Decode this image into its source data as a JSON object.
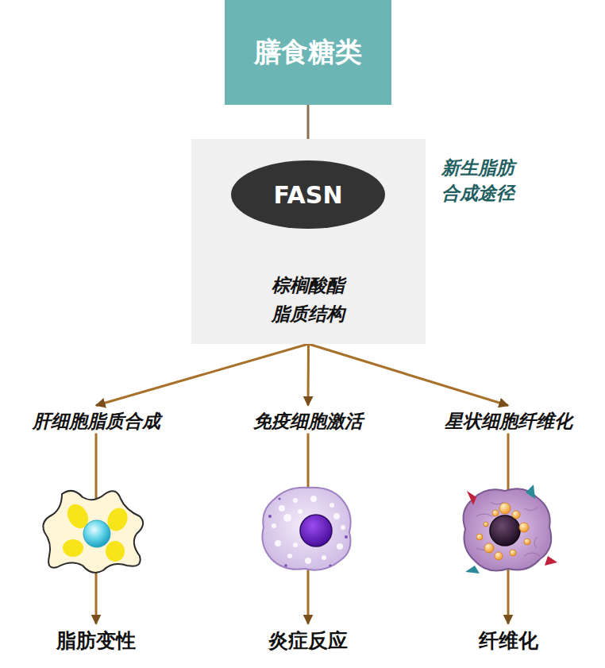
{
  "diagram": {
    "nodes": [
      {
        "text": [
          "膳食糖类"
        ]
      },
      {
        "text": [
          "新生脂肪 合成途径"
        ]
      },
      {
        "text": [
          "FASN"
        ],
        "in": 1
      },
      {
        "text": [
          "棕榈酸酯 脂质结构"
        ],
        "in": 1
      },
      {
        "text": [
          "肝细胞脂质合成"
        ]
      },
      {
        "text": [
          "免疫细胞激活"
        ]
      },
      {
        "text": [
          "星状细胞纤维化"
        ]
      },
      {
        "text": [
          "脂肪变性"
        ]
      },
      {
        "text": [
          "炎症反应"
        ]
      },
      {
        "text": [
          "纤维化"
        ]
      }
    ],
    "edges": [
      {
        "from": 0,
        "to": 2,
        "arrow": "none"
      },
      {
        "from": 2,
        "to": 3,
        "arrow": "to"
      },
      {
        "from": 1,
        "to": 4,
        "arrow": "to"
      },
      {
        "from": 1,
        "to": 5,
        "arrow": "to"
      },
      {
        "from": 1,
        "to": 6,
        "arrow": "to"
      },
      {
        "from": 4,
        "to": 7,
        "arrow": "to"
      },
      {
        "from": 5,
        "to": 8,
        "arrow": "to"
      },
      {
        "from": 6,
        "to": 9,
        "arrow": "to"
      }
    ]
  }
}
